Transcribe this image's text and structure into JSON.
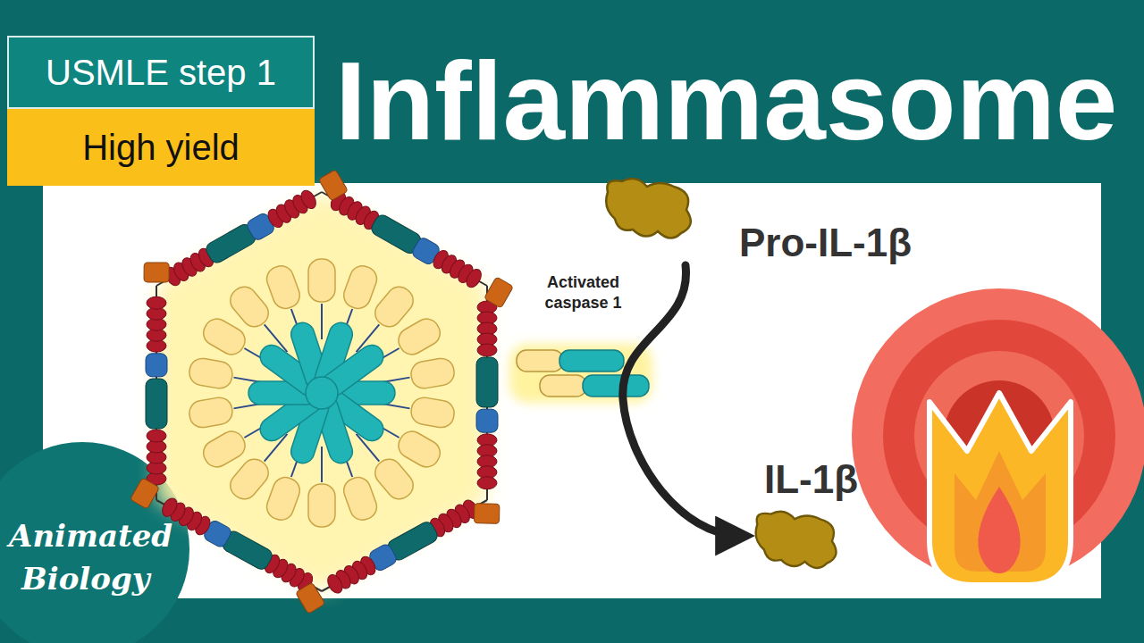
{
  "diagram": {
    "title": "Inflammasome",
    "nodes": [
      {
        "text": [
          "USMLE step 1"
        ]
      },
      {
        "text": [
          "High yield"
        ]
      },
      {
        "text": [
          "Pro-IL-1β"
        ]
      },
      {
        "text": [
          "IL-1β"
        ]
      }
    ],
    "edges": [
      {
        "from": 2,
        "to": 3,
        "arrow": "to"
      }
    ],
    "labels": [
      "Activated caspase 1",
      "Animated",
      "Biology"
    ]
  }
}
